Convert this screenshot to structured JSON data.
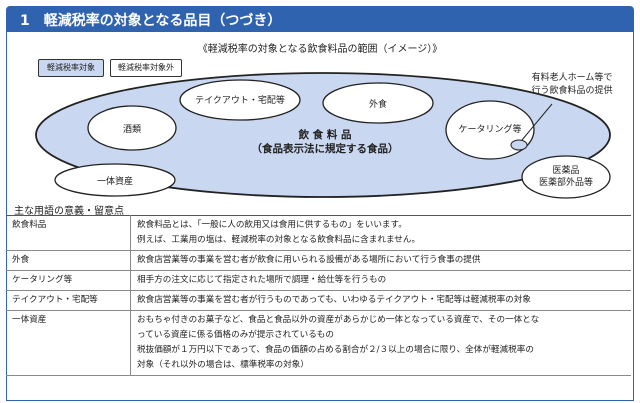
{
  "header": {
    "title": "1　軽減税率の対象となる品目（つづき）"
  },
  "diagram": {
    "subtitle": "《軽減税率の対象となる飲食料品の範囲（イメージ）》",
    "legend": {
      "in_scope": "軽減税率対象",
      "out_of_scope": "軽減税率対象外"
    },
    "center_title": "飲 食 料 品",
    "center_subtitle": "（食品表示法に規定する食品）",
    "takeout": "テイクアウト・宅配等",
    "dining_out": "外食",
    "alcohol": "酒類",
    "catering": "ケータリング等",
    "bundled": "一体資産",
    "elderly_home_line1": "有料老人ホーム等で",
    "elderly_home_line2": "行う飲食料品の提供",
    "drugs_line1": "医薬品",
    "drugs_line2": "医薬部外品等",
    "colors": {
      "in_scope": "#c9d7f0",
      "out_of_scope": "#ffffff",
      "header": "#2f63b0"
    }
  },
  "glossary": {
    "title": "主な用語の意義・留意点",
    "rows": [
      {
        "term": "飲食料品",
        "line1": "飲食料品とは、「一般に人の飲用又は食用に供するもの」をいいます。",
        "line2": "例えば、工業用の塩は、軽減税率の対象となる飲食料品に含まれません。"
      },
      {
        "term": "外食",
        "line1": "飲食店営業等の事業を営む者が飲食に用いられる設備がある場所において行う食事の提供"
      },
      {
        "term": "ケータリング等",
        "line1": "相手方の注文に応じて指定された場所で調理・給仕等を行うもの"
      },
      {
        "term": "テイクアウト・宅配等",
        "line1": "飲食店営業等の事業を営む者が行うものであっても、いわゆるテイクアウト・宅配等は軽減税率の対象"
      },
      {
        "term": "一体資産",
        "line1": "おもちゃ付きのお菓子など、食品と食品以外の資産があらかじめ一体となっている資産で、その一体とな",
        "line2": "っている資産に係る価格のみが提示されているもの",
        "line3": "税抜価額が１万円以下であって、食品の価額の占める割合が２/３以上の場合に限り、全体が軽減税率の",
        "line4": "対象（それ以外の場合は、標準税率の対象）"
      }
    ]
  }
}
